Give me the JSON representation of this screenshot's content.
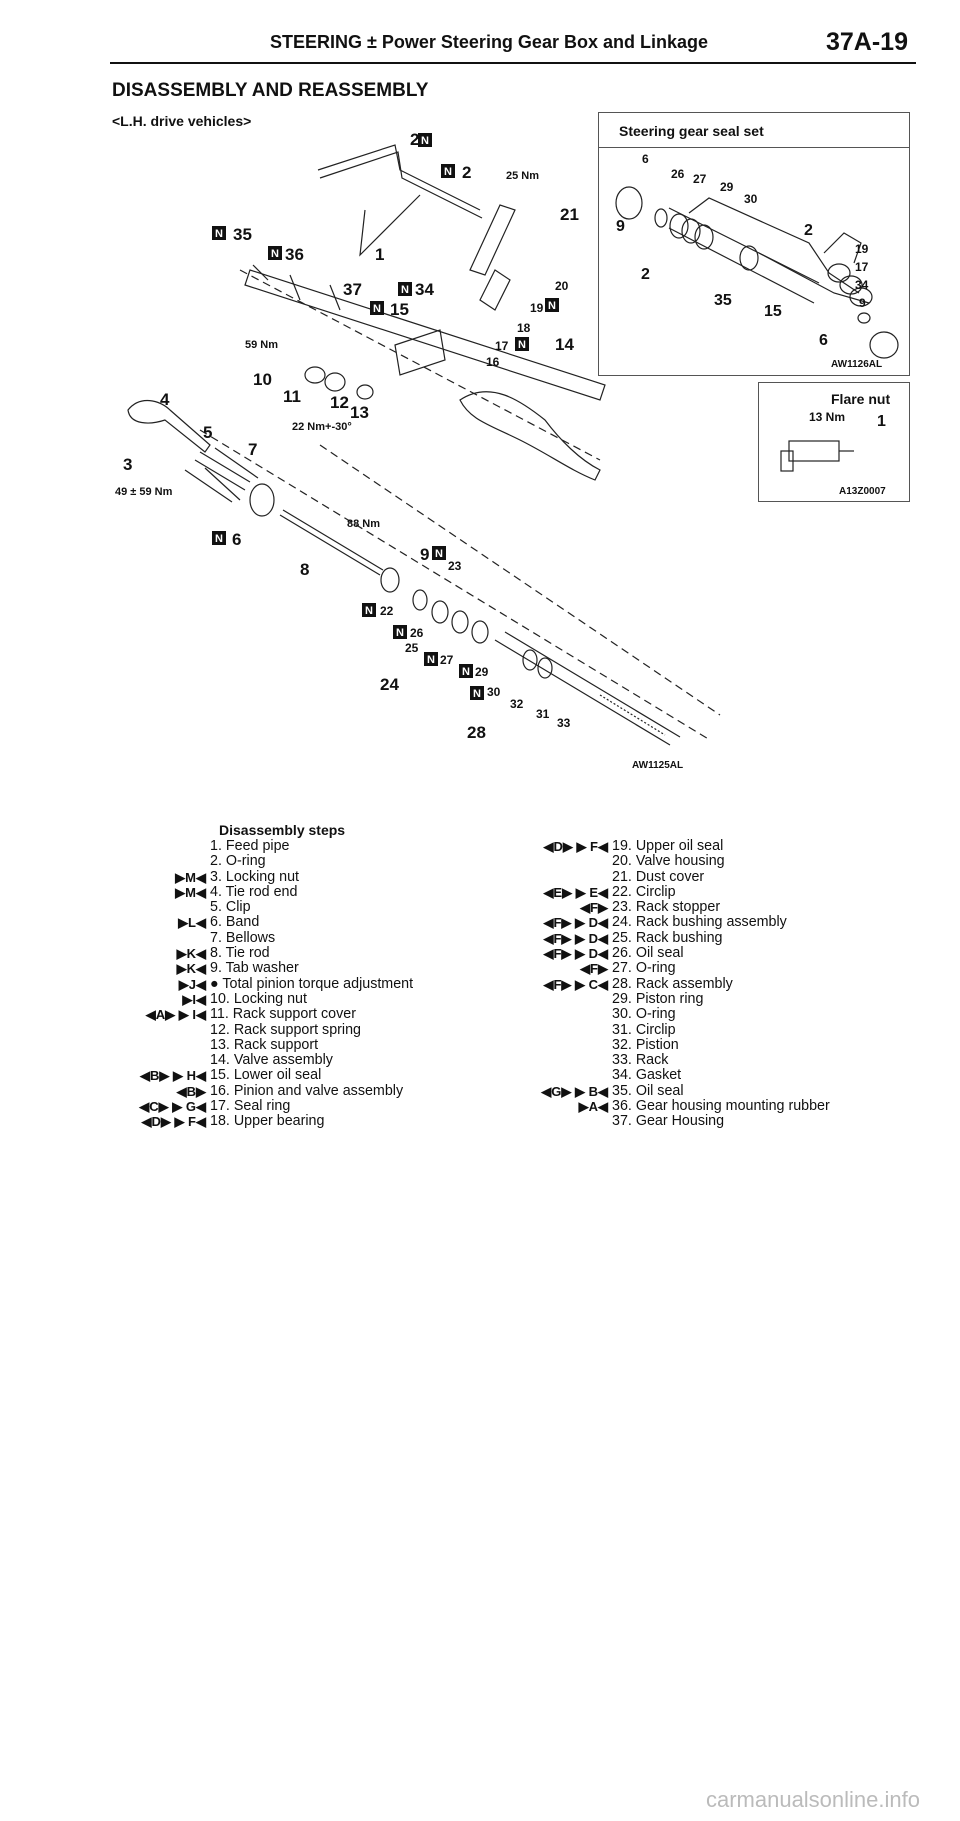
{
  "header": {
    "section": "STEERING ± Power Steering Gear Box and Linkage",
    "page": "37A-19"
  },
  "title": "DISASSEMBLY AND REASSEMBLY",
  "subtitle": "<L.H. drive vehicles>",
  "figure": {
    "main_code": "AW1125AL",
    "seal_set": {
      "title": "Steering gear seal set",
      "code": "AW1126AL"
    },
    "flare_nut": {
      "title": "Flare nut",
      "torque": "13 Nm",
      "code": "A13Z0007"
    },
    "torques": [
      "25 Nm",
      "59 Nm",
      "22 Nm+-30°",
      "49 ± 59 Nm",
      "88 Nm"
    ]
  },
  "steps_title": "Disassembly steps",
  "steps_left": [
    {
      "mark": "",
      "text": "1. Feed pipe"
    },
    {
      "mark": "",
      "text": "2. O-ring"
    },
    {
      "mark": "▶M◀",
      "text": "3. Locking nut"
    },
    {
      "mark": "▶M◀",
      "text": "4. Tie rod end"
    },
    {
      "mark": "",
      "text": "5. Clip"
    },
    {
      "mark": "▶L◀",
      "text": "6. Band"
    },
    {
      "mark": "",
      "text": "7. Bellows"
    },
    {
      "mark": "▶K◀",
      "text": "8. Tie rod"
    },
    {
      "mark": "▶K◀",
      "text": "9. Tab washer"
    },
    {
      "mark": "▶J◀",
      "text": "● Total pinion torque adjustment"
    },
    {
      "mark": "▶I◀",
      "text": "10. Locking nut"
    },
    {
      "mark": "◀A▶ ▶ I◀",
      "text": "11. Rack support cover"
    },
    {
      "mark": "",
      "text": "12. Rack support spring"
    },
    {
      "mark": "",
      "text": "13. Rack support"
    },
    {
      "mark": "",
      "text": "14. Valve assembly"
    },
    {
      "mark": "◀B▶ ▶ H◀",
      "text": "15. Lower oil seal"
    },
    {
      "mark": "◀B▶",
      "text": "16. Pinion and valve assembly"
    },
    {
      "mark": "◀C▶ ▶ G◀",
      "text": "17. Seal ring"
    },
    {
      "mark": "◀D▶ ▶ F◀",
      "text": "18. Upper bearing"
    }
  ],
  "steps_right": [
    {
      "mark": "◀D▶ ▶ F◀",
      "text": "19. Upper oil seal"
    },
    {
      "mark": "",
      "text": "20. Valve housing"
    },
    {
      "mark": "",
      "text": "21. Dust cover"
    },
    {
      "mark": "◀E▶ ▶ E◀",
      "text": "22. Circlip"
    },
    {
      "mark": "◀F▶",
      "text": "23. Rack stopper"
    },
    {
      "mark": "◀F▶ ▶ D◀",
      "text": "24. Rack bushing assembly"
    },
    {
      "mark": "◀F▶ ▶ D◀",
      "text": "25. Rack bushing"
    },
    {
      "mark": "◀F▶ ▶ D◀",
      "text": "26. Oil seal"
    },
    {
      "mark": "◀F▶",
      "text": "27. O-ring"
    },
    {
      "mark": "◀F▶ ▶ C◀",
      "text": "28. Rack assembly"
    },
    {
      "mark": "",
      "text": "29. Piston ring"
    },
    {
      "mark": "",
      "text": "30. O-ring"
    },
    {
      "mark": "",
      "text": "31. Circlip"
    },
    {
      "mark": "",
      "text": "32. Pistion"
    },
    {
      "mark": "",
      "text": "33. Rack"
    },
    {
      "mark": "",
      "text": "34. Gasket"
    },
    {
      "mark": "◀G▶ ▶ B◀",
      "text": "35. Oil seal"
    },
    {
      "mark": "▶A◀",
      "text": "36. Gear housing mounting rubber"
    },
    {
      "mark": "",
      "text": "37. Gear Housing"
    }
  ],
  "watermark": "carmanualsonline.info"
}
